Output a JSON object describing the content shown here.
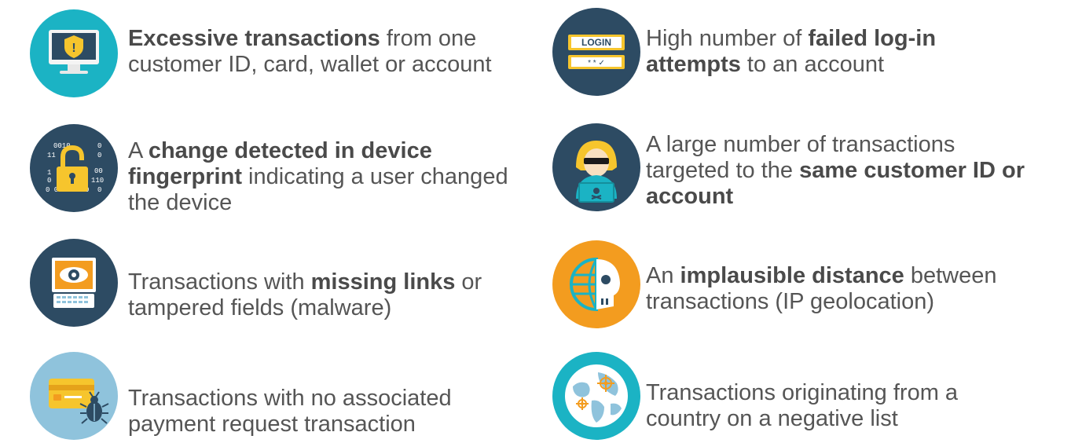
{
  "items": [
    {
      "id": "excessive",
      "lines": [
        [
          {
            "t": "Excessive transactions",
            "b": true
          },
          {
            "t": " from one",
            "b": false
          }
        ],
        [
          {
            "t": "customer ID, card, wallet or account",
            "b": false
          }
        ]
      ],
      "icon": "monitor-shield-icon"
    },
    {
      "id": "fingerprint",
      "lines": [
        [
          {
            "t": "A ",
            "b": false
          },
          {
            "t": "change detected in device",
            "b": true
          }
        ],
        [
          {
            "t": "fingerprint",
            "b": true
          },
          {
            "t": " indicating a user changed",
            "b": false
          }
        ],
        [
          {
            "t": "the device",
            "b": false
          }
        ]
      ],
      "icon": "padlock-binary-icon",
      "icon_text": [
        "0010",
        "0",
        "11",
        "0",
        "00",
        "0",
        "1",
        "110",
        "0 000",
        "0",
        "0"
      ]
    },
    {
      "id": "missing-links",
      "lines": [
        [
          {
            "t": "Transactions with ",
            "b": false
          },
          {
            "t": "missing links",
            "b": true
          },
          {
            "t": " or",
            "b": false
          }
        ],
        [
          {
            "t": "tampered fields (malware)",
            "b": false
          }
        ]
      ],
      "icon": "laptop-eye-icon"
    },
    {
      "id": "no-payment-request",
      "lines": [
        [
          {
            "t": "Transactions with no associated",
            "b": false
          }
        ],
        [
          {
            "t": "payment request transaction",
            "b": false
          }
        ]
      ],
      "icon": "card-bug-icon"
    },
    {
      "id": "failed-login",
      "lines": [
        [
          {
            "t": "High number of ",
            "b": false
          },
          {
            "t": "failed log-in",
            "b": true
          }
        ],
        [
          {
            "t": "attempts",
            "b": true
          },
          {
            "t": " to an account",
            "b": false
          }
        ]
      ],
      "icon": "login-form-icon",
      "icon_text": [
        "LOGIN",
        "* * ✓"
      ]
    },
    {
      "id": "same-customer",
      "lines": [
        [
          {
            "t": "A large number of transactions",
            "b": false
          }
        ],
        [
          {
            "t": "targeted to the ",
            "b": false
          },
          {
            "t": "same customer ID or",
            "b": true
          }
        ],
        [
          {
            "t": "account",
            "b": true
          }
        ]
      ],
      "icon": "hacker-icon"
    },
    {
      "id": "implausible-distance",
      "lines": [
        [
          {
            "t": "An ",
            "b": false
          },
          {
            "t": "implausible distance",
            "b": true
          },
          {
            "t": " between",
            "b": false
          }
        ],
        [
          {
            "t": "transactions (IP geolocation)",
            "b": false
          }
        ]
      ],
      "icon": "globe-skull-icon"
    },
    {
      "id": "negative-list",
      "lines": [
        [
          {
            "t": "Transactions originating from a",
            "b": false
          }
        ],
        [
          {
            "t": "country on a negative list",
            "b": false
          }
        ]
      ],
      "icon": "world-map-target-icon"
    }
  ],
  "colors": {
    "text": "#555555",
    "teal": "#1bb3c4",
    "navy": "#2d4b63",
    "orange": "#f39c1f",
    "light_blue": "#8fc3dc",
    "yellow": "#f6c52d"
  }
}
